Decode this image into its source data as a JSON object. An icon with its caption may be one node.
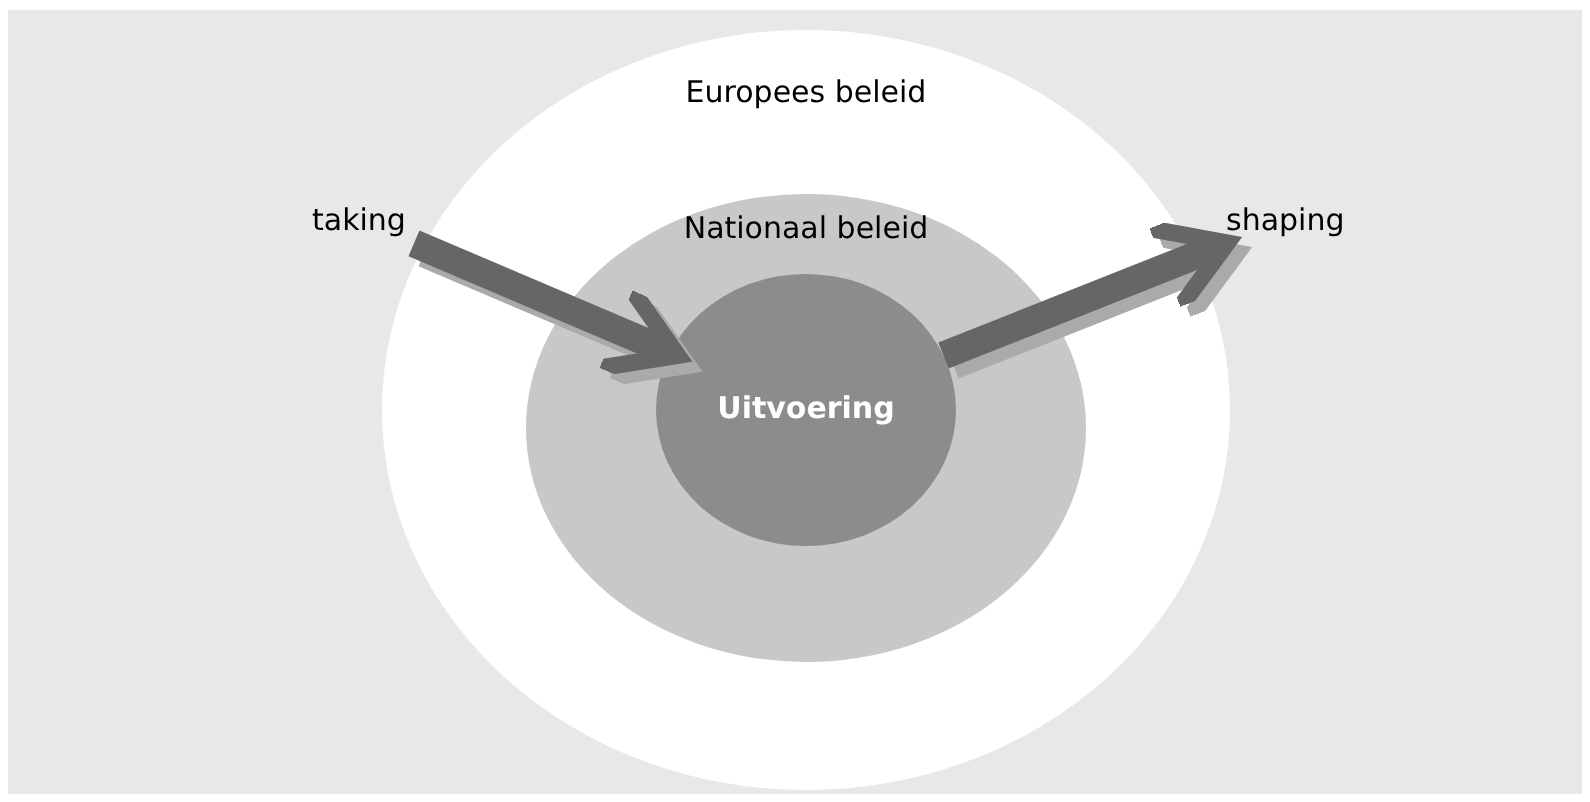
{
  "diagram": {
    "nodes": [
      {
        "text": [
          "Europees beleid"
        ]
      },
      {
        "text": [
          "Nationaal beleid"
        ],
        "in": 0
      },
      {
        "text": [
          "Uitvoering"
        ],
        "in": 1
      },
      {
        "text": [
          "taking"
        ]
      },
      {
        "text": [
          "shaping"
        ]
      }
    ],
    "edges": [
      {
        "from": 3,
        "to": 2,
        "arrow": "to"
      },
      {
        "from": 2,
        "to": 4,
        "arrow": "to"
      }
    ]
  }
}
